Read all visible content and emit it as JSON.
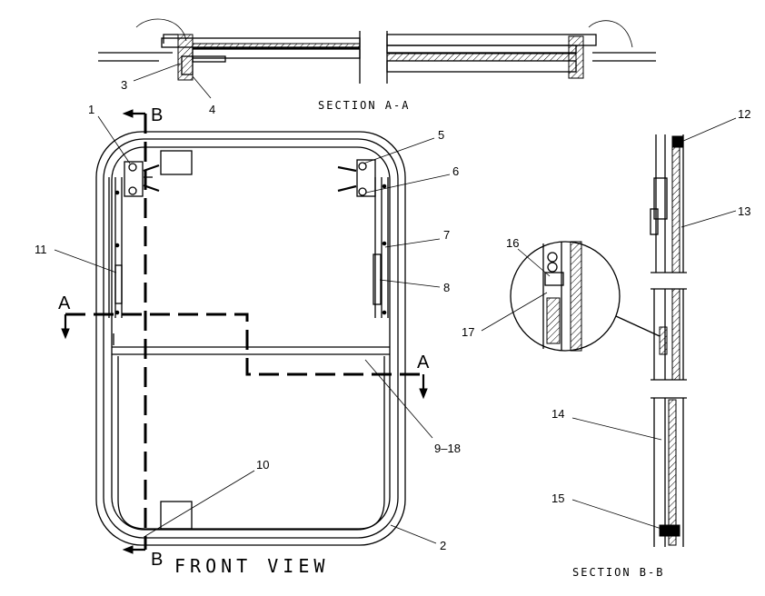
{
  "captions": {
    "section_aa": "SECTION A-A",
    "section_bb": "SECTION B-B",
    "front_view": "FRONT VIEW"
  },
  "section_markers": {
    "b_top": "B",
    "b_bottom": "B",
    "a_left": "A",
    "a_right": "A"
  },
  "callouts": {
    "c1": "1",
    "c2": "2",
    "c3": "3",
    "c4": "4",
    "c5": "5",
    "c6": "6",
    "c7": "7",
    "c8": "8",
    "c9_18": "9–18",
    "c10": "10",
    "c11": "11",
    "c12": "12",
    "c13": "13",
    "c14": "14",
    "c15": "15",
    "c16": "16",
    "c17": "17"
  }
}
